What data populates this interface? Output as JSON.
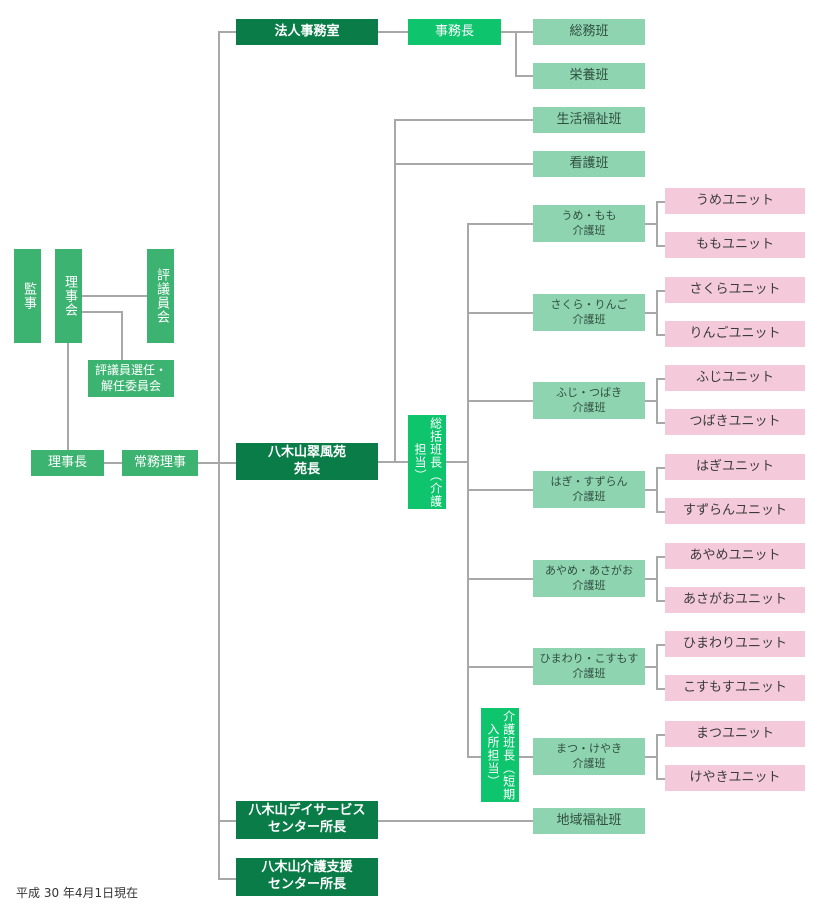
{
  "chart_data": {
    "type": "org-chart",
    "nodes": {
      "kanji": "監事",
      "rijikai": "理事会",
      "hyogiinkai": "評議員会",
      "senninkai": "評議員選任・\n解任委員会",
      "rijicho": "理事長",
      "jomu": "常務理事",
      "hojin": "法人事務室",
      "jimucho": "事務長",
      "somu": "総務班",
      "eiyo": "栄養班",
      "enko": "八木山翠風苑\n苑長",
      "sokatsu": "総括班長（介護担当）",
      "seikatsu": "生活福祉班",
      "kango": "看護班",
      "tanki": "介護班長（短期入所担当）",
      "day": "八木山デイサービス\nセンター所長",
      "chiiki": "地域福祉班",
      "shien": "八木山介護支援\nセンター所長"
    },
    "care_teams": [
      {
        "name": "うめ・もも\n介護班",
        "units": [
          "うめユニット",
          "ももユニット"
        ]
      },
      {
        "name": "さくら・りんご\n介護班",
        "units": [
          "さくらユニット",
          "りんごユニット"
        ]
      },
      {
        "name": "ふじ・つばき\n介護班",
        "units": [
          "ふじユニット",
          "つばきユニット"
        ]
      },
      {
        "name": "はぎ・すずらん\n介護班",
        "units": [
          "はぎユニット",
          "すずらんユニット"
        ]
      },
      {
        "name": "あやめ・あさがお\n介護班",
        "units": [
          "あやめユニット",
          "あさがおユニット"
        ]
      },
      {
        "name": "ひまわり・こすもす\n介護班",
        "units": [
          "ひまわりユニット",
          "こすもすユニット"
        ]
      },
      {
        "name": "まつ・けやき\n介護班",
        "units": [
          "まつユニット",
          "けやきユニット"
        ]
      }
    ]
  },
  "footer": {
    "date": "平成 30 年4月1日現在"
  }
}
